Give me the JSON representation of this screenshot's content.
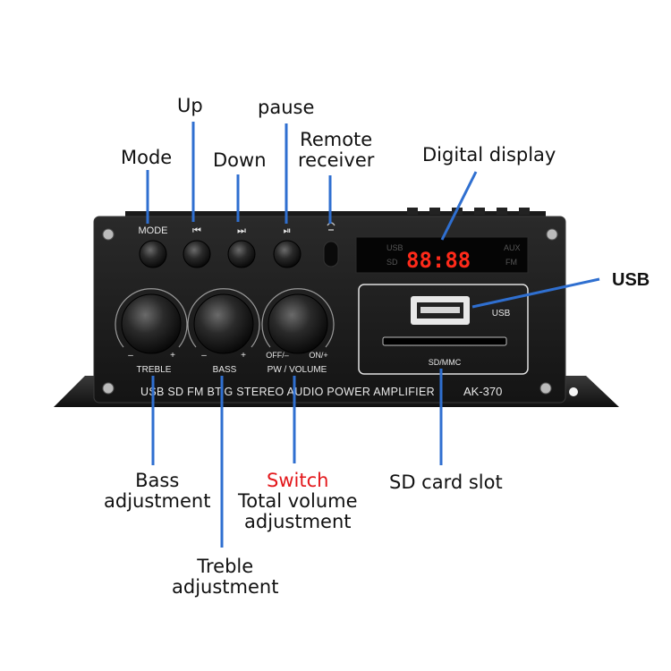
{
  "callouts": {
    "up": "Up",
    "pause": "pause",
    "mode": "Mode",
    "down": "Down",
    "remote_line1": "Remote",
    "remote_line2": "receiver",
    "digital_display": "Digital display",
    "usb": "USB",
    "bass_line1": "Bass",
    "bass_line2": "adjustment",
    "switch": "Switch",
    "volume_line1": "Total volume",
    "volume_line2": "adjustment",
    "sd_slot": "SD card slot",
    "treble_line1": "Treble",
    "treble_line2": "adjustment"
  },
  "panel": {
    "mode_label": "MODE",
    "prev_glyph": "⏮",
    "next_glyph": "⏭",
    "play_pause_glyph": "⏯",
    "display": {
      "digits": "88:88",
      "usb": "USB",
      "sd": "SD",
      "aux": "AUX",
      "fm": "FM"
    },
    "usb_port_label": "USB",
    "sd_port_label": "SD/MMC",
    "knobs": {
      "treble": {
        "label": "TREBLE",
        "minus": "–",
        "plus": "+"
      },
      "bass": {
        "label": "BASS",
        "minus": "–",
        "plus": "+"
      },
      "volume": {
        "label": "PW / VOLUME",
        "minus": "OFF/–",
        "plus": "ON/+"
      }
    },
    "product_line": "USB SD FM BT.G STEREO AUDIO POWER AMPLIFIER",
    "model": "AK-370"
  },
  "colors": {
    "callout_line": "#2f6fd0",
    "switch_label": "#e3171b",
    "panel": "#1c1c1c",
    "display_digits": "#ff2a1a"
  }
}
